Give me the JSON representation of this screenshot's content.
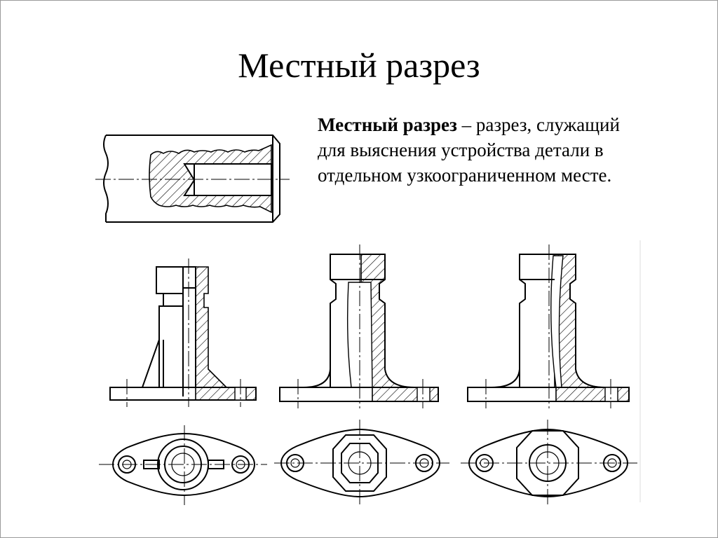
{
  "slide": {
    "title": "Местный разрез",
    "definition": {
      "term": "Местный разрез",
      "text": " – разрез, служащий для выяснения устройства детали в отдельном узкоограниченном месте."
    }
  },
  "figures": [
    {
      "name": "shaft-with-local-section",
      "icon": "shaft-drawing"
    },
    {
      "name": "part-view-1",
      "icon": "flange-part-drawing"
    },
    {
      "name": "part-view-2",
      "icon": "flange-part-drawing"
    },
    {
      "name": "part-view-3",
      "icon": "flange-part-drawing"
    }
  ]
}
